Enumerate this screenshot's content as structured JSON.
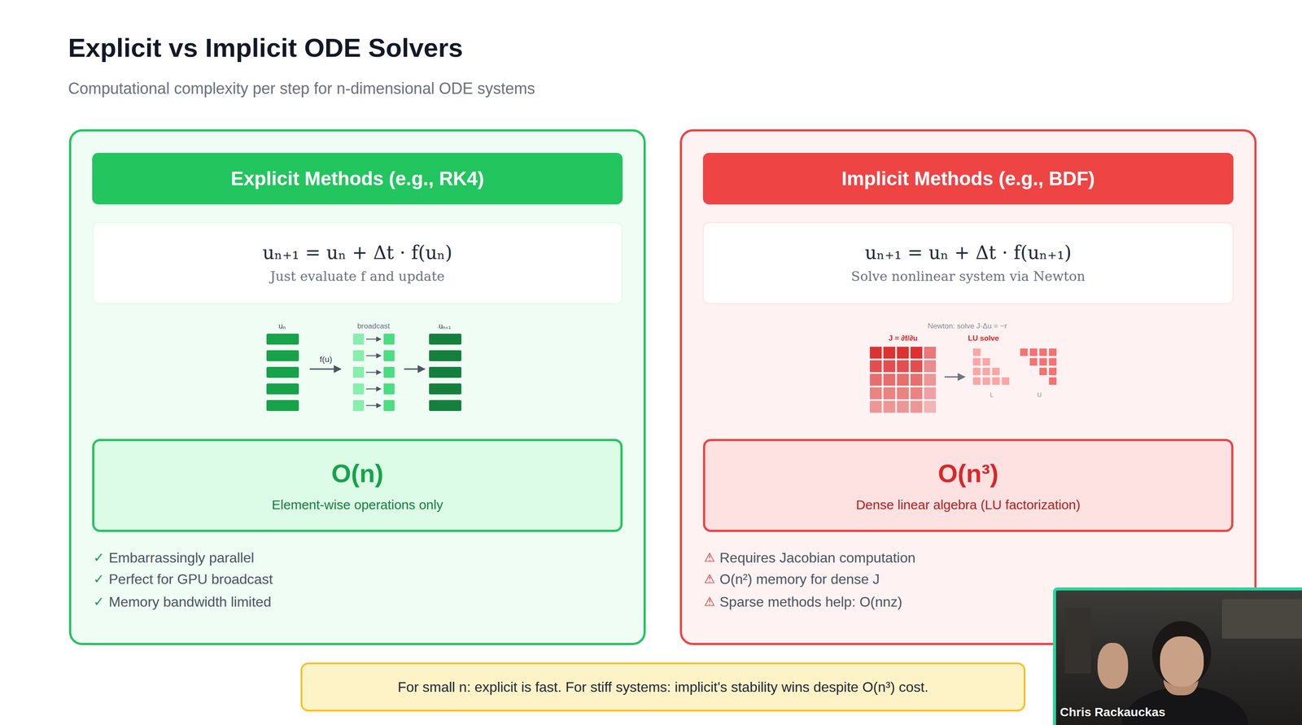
{
  "diagram": {
    "title": "Explicit vs Implicit ODE Solvers",
    "nodes": [
      {
        "text": [
          "Embarrassingly parallel",
          "Perfect for GPU broadcast",
          "Memory bandwidth limited"
        ]
      },
      {
        "text": [
          "Explicit Methods (e.g., RK4)"
        ],
        "in": 0
      },
      {
        "text": [
          "uₙ₊₁ = uₙ + Δt · f(uₙ)",
          "Just evaluate f and update"
        ],
        "in": 0
      },
      {
        "text": [
          "O(n)",
          "Element-wise operations only"
        ],
        "in": 0
      },
      {
        "text": [
          "Requires Jacobian computation",
          "O(n²) memory for dense J",
          "Sparse methods help: O(nnz)"
        ]
      },
      {
        "text": [
          "Implicit Methods (e.g., BDF)"
        ],
        "in": 4
      },
      {
        "text": [
          "uₙ₊₁ = uₙ + Δt · f(uₙ₊₁)",
          "Solve nonlinear system via Newton"
        ],
        "in": 4
      },
      {
        "text": [
          "O(n³)",
          "Dense linear algebra (LU factorization)"
        ],
        "in": 4
      },
      {
        "text": [
          "For small n: explicit is fast. For stiff systems: implicit's stability wins despite O(n³) cost."
        ]
      }
    ],
    "labels": [
      "Computational complexity per step for n-dimensional ODE systems",
      "uₙ",
      "f(u)",
      "broadcast",
      "uₙ₊₁",
      "✓",
      "✓",
      "✓",
      "Newton: solve J·Δu = −r",
      "J = ∂f/∂u",
      "LU solve",
      "L",
      "U",
      "⚠",
      "⚠",
      "⚠",
      "Chris Rackauckas"
    ]
  }
}
